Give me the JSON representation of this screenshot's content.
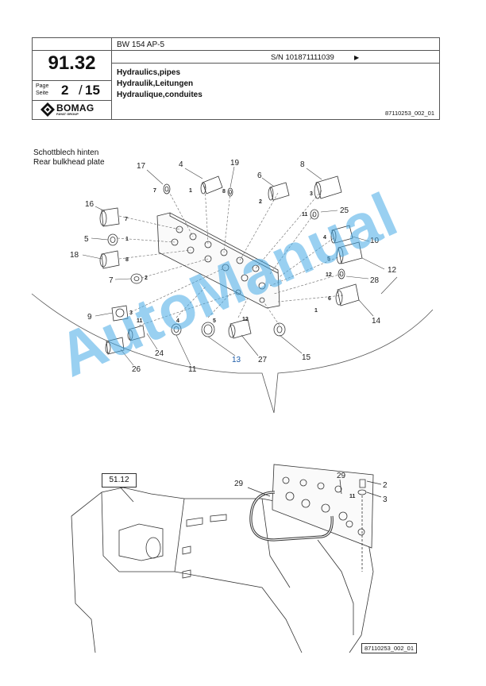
{
  "header": {
    "page_code": "91.32",
    "page_label_1": "Page",
    "page_label_2": "Seite",
    "page_number": "2",
    "page_separator": "/",
    "page_total": "15",
    "logo_text": "BOMAG",
    "logo_sub": "FAYAT GROUP",
    "model": "BW 154 AP-5",
    "serial": "S/N 101871111039",
    "serial_arrow": "▶",
    "titles": [
      "Hydraulics,pipes",
      "Hydraulik,Leitungen",
      "Hydraulique,conduites"
    ],
    "doc_ref": "87110253_002_01"
  },
  "caption": {
    "line1": "Schottblech hinten",
    "line2": "Rear bulkhead plate"
  },
  "callouts_top": {
    "c17": "17",
    "c4": "4",
    "c19": "19",
    "c6": "6",
    "c8": "8",
    "c16": "16",
    "c25": "25",
    "c5": "5",
    "c10": "10",
    "c18": "18",
    "c12": "12",
    "c7": "7",
    "c28": "28",
    "c9": "9",
    "c14": "14",
    "c24": "24",
    "c26": "26",
    "c11": "11",
    "c13": "13",
    "c27": "27",
    "c15": "15"
  },
  "small_labels": {
    "s7a": "7",
    "s1a": "1",
    "s8a": "8",
    "s2a": "2",
    "s3a": "3",
    "s11a": "11",
    "s4a": "4",
    "s5a": "5",
    "s12a": "12",
    "s6a": "6",
    "s7b": "7",
    "s1b": "1",
    "s8b": "8",
    "s2b": "2",
    "s3b": "3",
    "s11b": "11",
    "s4b": "4",
    "s5b": "5",
    "s12b": "12",
    "s1c": "1"
  },
  "watermark": "AutoManual",
  "bottom": {
    "ref_box": "51.12",
    "c29a": "29",
    "c29b": "29",
    "c2": "2",
    "c3": "3",
    "c11": "11",
    "doc_ref": "87110253_002_01"
  }
}
